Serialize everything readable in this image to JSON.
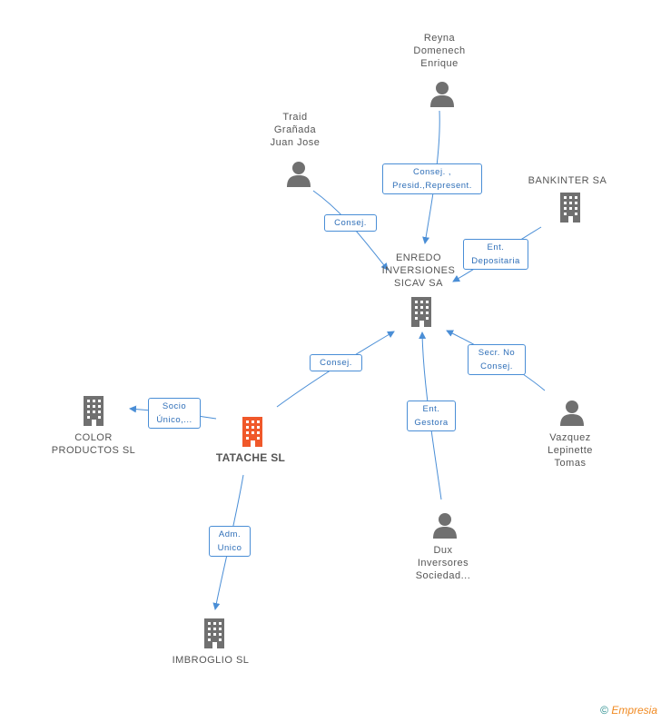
{
  "nodes": {
    "reyna": "Reyna\nDomenech\nEnrique",
    "traid": "Traid\nGrañada\nJuan Jose",
    "bankinter": "BANKINTER SA",
    "enredo": "ENREDO\nINVERSIONES\nSICAV SA",
    "color": "COLOR\nPRODUCTOS SL",
    "tatache": "TATACHE SL",
    "vazquez": "Vazquez\nLepinette\nTomas",
    "dux": "Dux\nInversores\nSociedad...",
    "imbroglio": "IMBROGLIO  SL"
  },
  "relations": {
    "reyna_enredo": "Consej. ,\nPresid.,Represent.",
    "traid_enredo": "Consej.",
    "bankinter_enredo": "Ent.\nDepositaria",
    "tatache_enredo": "Consej.",
    "vazquez_enredo": "Secr.  No\nConsej.",
    "dux_enredo": "Ent.\nGestora",
    "tatache_color": "Socio\nÚnico,...",
    "tatache_imbroglio": "Adm.\nUnico"
  },
  "footer": {
    "copyright_symbol": "©",
    "brand": "Empresia"
  },
  "colors": {
    "edge": "#4a8ed6",
    "icon": "#707070",
    "highlight": "#f0582a"
  }
}
